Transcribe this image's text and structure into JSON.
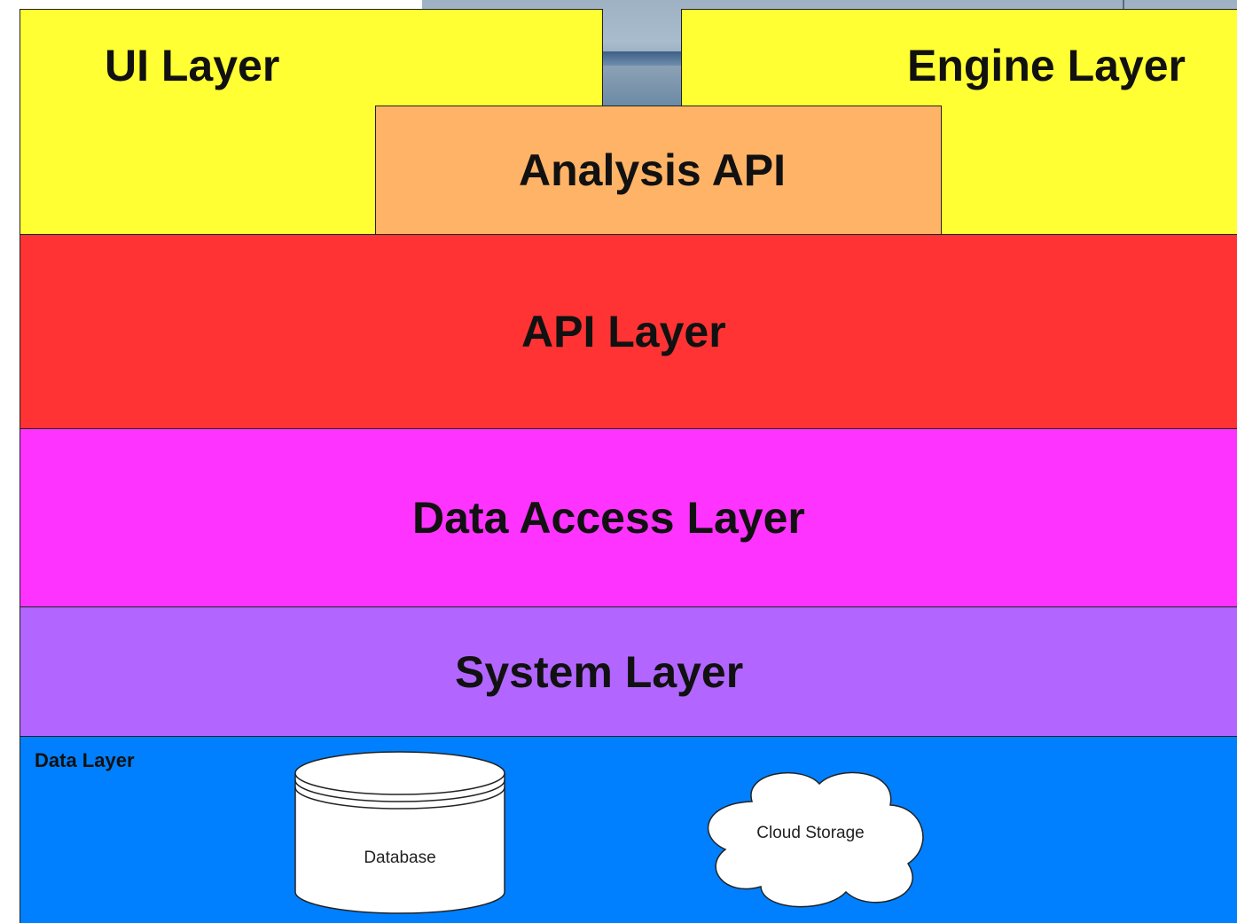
{
  "diagram": {
    "layers": {
      "ui": {
        "label": "UI Layer",
        "color": "#ffff33"
      },
      "engine": {
        "label": "Engine Layer",
        "color": "#ffff33"
      },
      "analysis_api": {
        "label": "Analysis API",
        "color": "#ffb366"
      },
      "api": {
        "label": "API Layer",
        "color": "#ff3333"
      },
      "data_access": {
        "label": "Data Access Layer",
        "color": "#ff33ff"
      },
      "system": {
        "label": "System Layer",
        "color": "#b266ff"
      },
      "data": {
        "label": "Data Layer",
        "color": "#0080ff"
      }
    },
    "shapes": {
      "database": {
        "label": "Database",
        "icon": "database-cylinder"
      },
      "cloud": {
        "label": "Cloud Storage",
        "icon": "cloud"
      }
    }
  }
}
